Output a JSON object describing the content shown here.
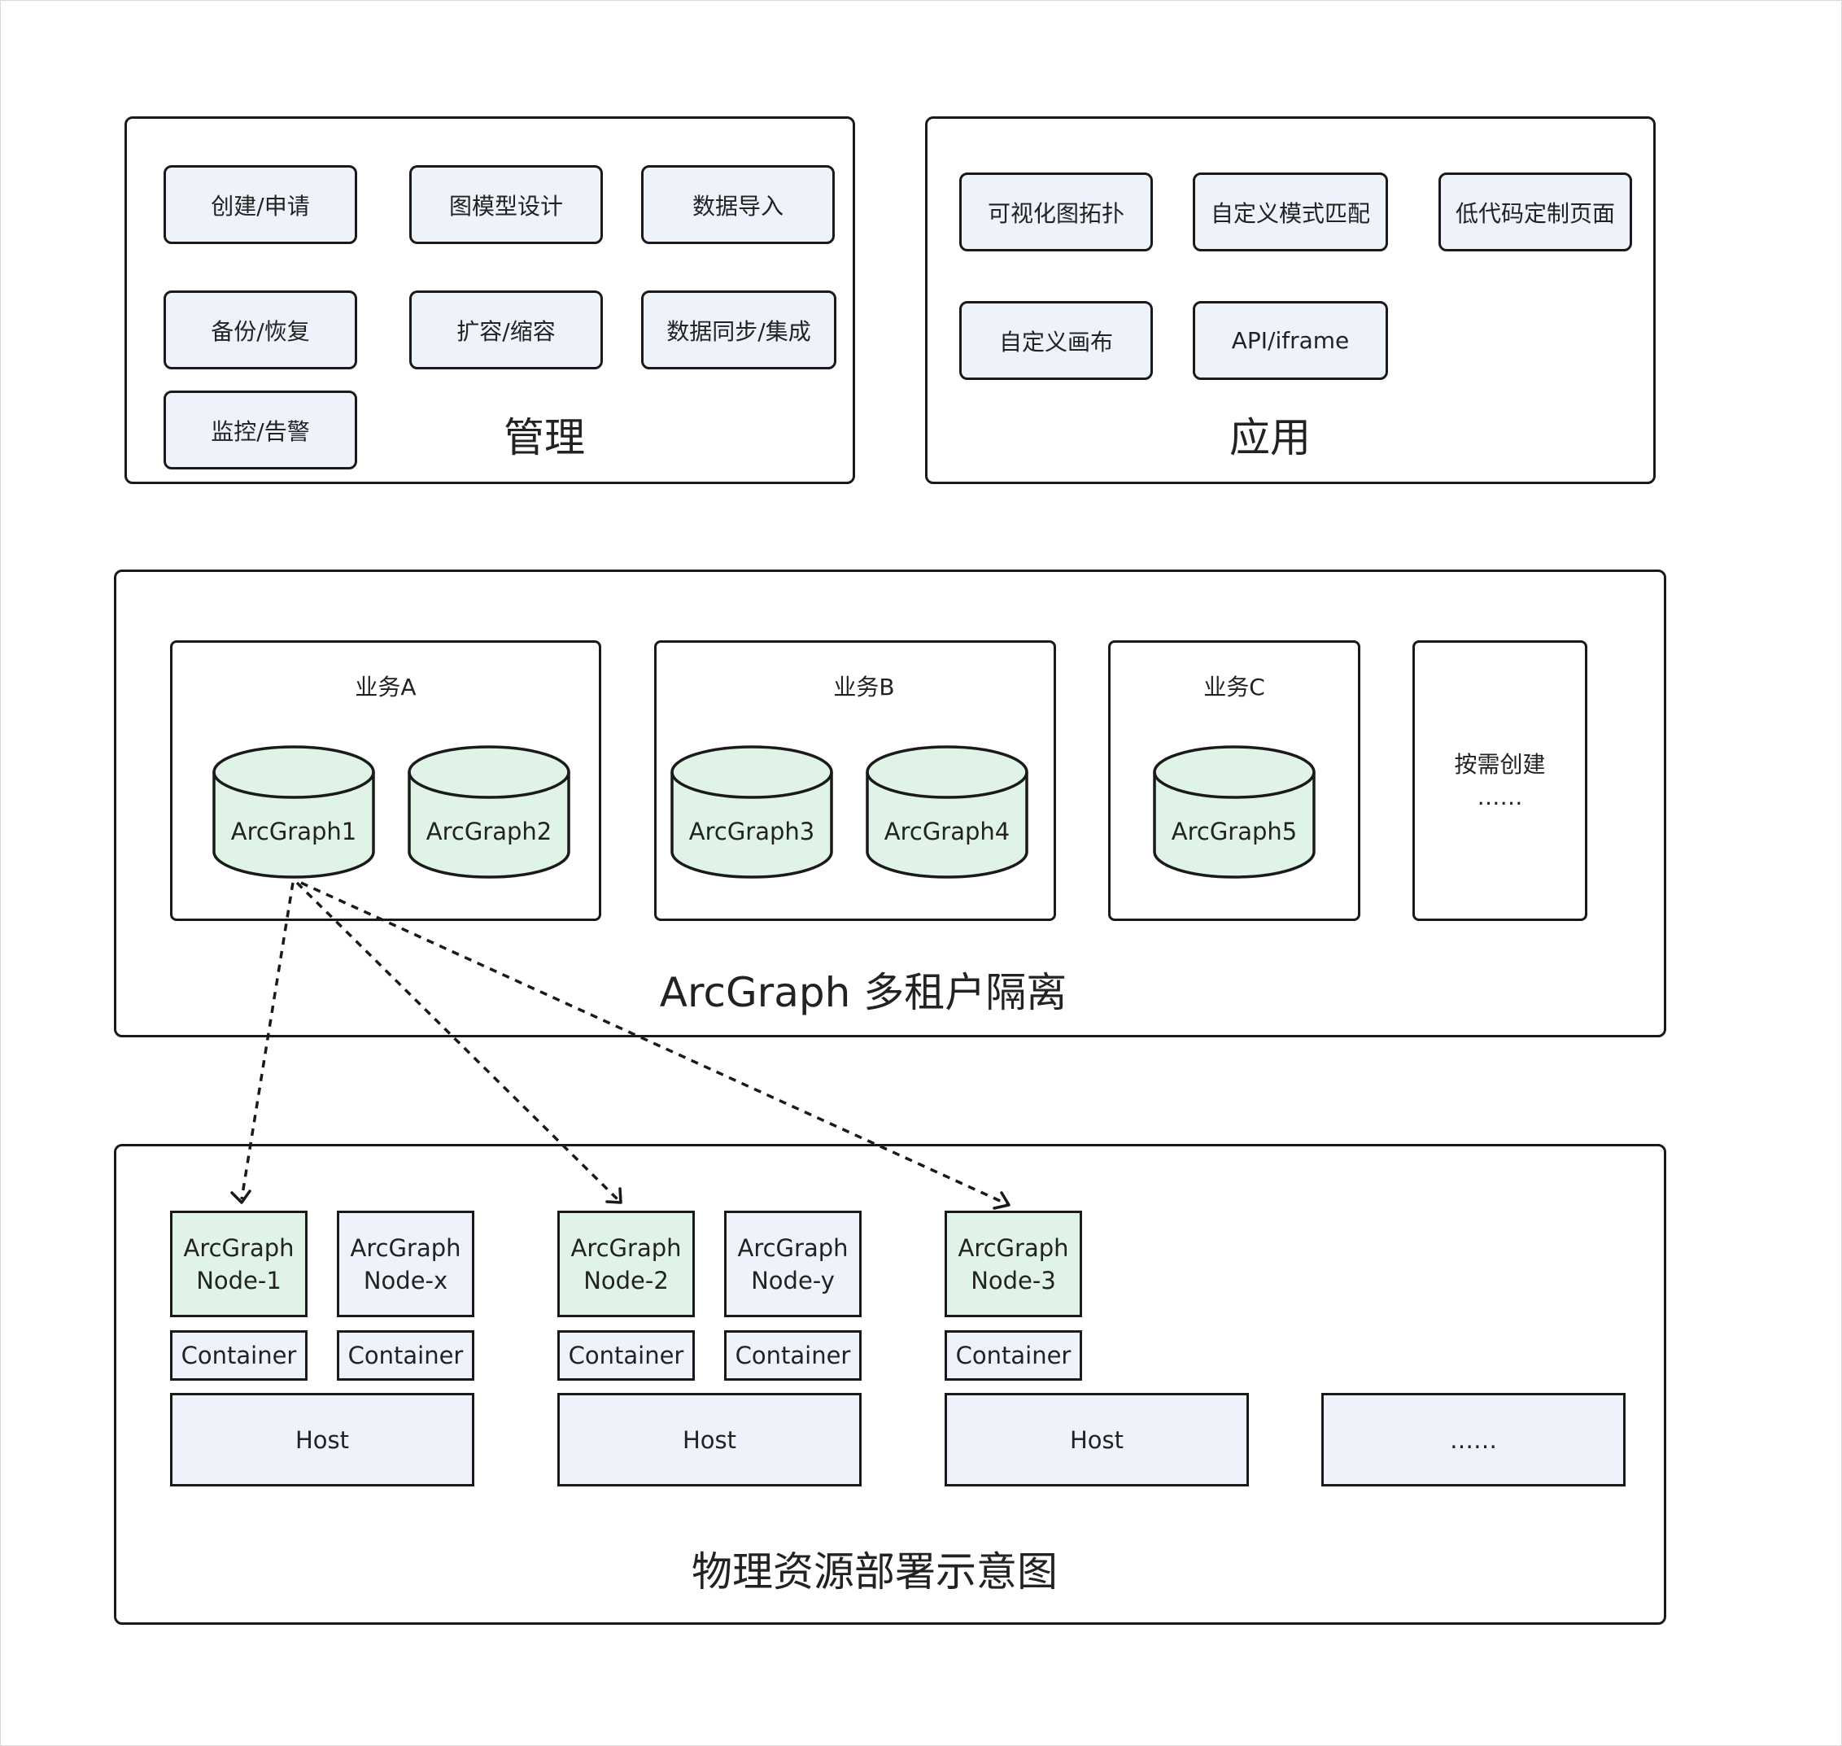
{
  "management": {
    "title": "管理",
    "items": [
      "创建/申请",
      "图模型设计",
      "数据导入",
      "备份/恢复",
      "扩容/缩容",
      "数据同步/集成",
      "监控/告警"
    ]
  },
  "application": {
    "title": "应用",
    "items": [
      "可视化图拓扑",
      "自定义模式匹配",
      "低代码定制页面",
      "自定义画布",
      "API/iframe"
    ]
  },
  "tenancy": {
    "title": "ArcGraph 多租户隔离",
    "groups": [
      {
        "name": "业务A",
        "graphs": [
          "ArcGraph1",
          "ArcGraph2"
        ]
      },
      {
        "name": "业务B",
        "graphs": [
          "ArcGraph3",
          "ArcGraph4"
        ]
      },
      {
        "name": "业务C",
        "graphs": [
          "ArcGraph5"
        ]
      }
    ],
    "on_demand": {
      "label": "按需创建",
      "ellipsis": "……"
    }
  },
  "physical": {
    "title": "物理资源部署示意图",
    "nodes": [
      {
        "label": "ArcGraph\nNode-1",
        "highlight": true
      },
      {
        "label": "ArcGraph\nNode-x",
        "highlight": false
      },
      {
        "label": "ArcGraph\nNode-2",
        "highlight": true
      },
      {
        "label": "ArcGraph\nNode-y",
        "highlight": false
      },
      {
        "label": "ArcGraph\nNode-3",
        "highlight": true
      }
    ],
    "container_label": "Container",
    "hosts": [
      "Host",
      "Host",
      "Host",
      "……"
    ]
  },
  "colors": {
    "graph_fill": "#dff3e7",
    "item_fill": "#eef2fb",
    "stroke": "#1a1a1a"
  }
}
